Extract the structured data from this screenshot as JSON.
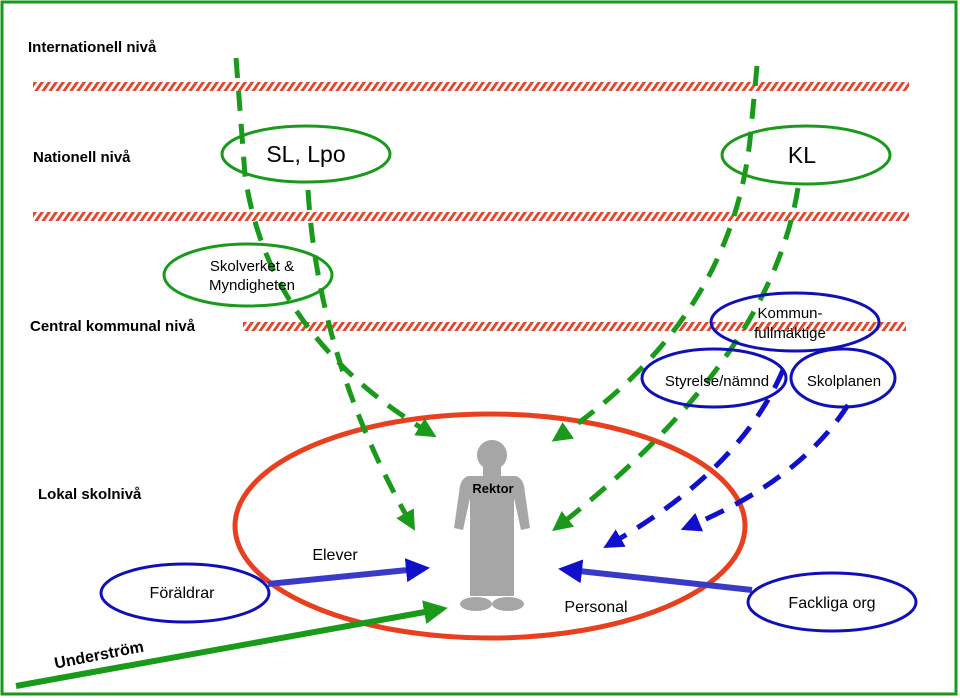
{
  "levels": {
    "international": "Internationell nivå",
    "national": "Nationell nivå",
    "central": "Central kommunal nivå",
    "local": "Lokal skolnivå"
  },
  "nodes": {
    "sl_lpo": "SL, Lpo",
    "kl": "KL",
    "skolverket_line1": "Skolverket &",
    "skolverket_line2": "Myndigheten",
    "kommun_line1": "Kommun-",
    "kommun_line2": "fullmäktige",
    "styrelse": "Styrelse/nämnd",
    "skolplanen": "Skolplanen",
    "rektor": "Rektor",
    "elever": "Elever",
    "foraldrar": "Föräldrar",
    "personal": "Personal",
    "fackliga": "Fackliga org",
    "underström": "Underström"
  },
  "colors": {
    "frame": "#1a9a1a",
    "hatch_red": "#e8442a",
    "ellipse_red": "#e8401e",
    "green_arrow": "#1a9a1a",
    "blue_arrow": "#1010cc",
    "solid_blue": "#3a3ac8",
    "node_border_green": "#1a9a1a",
    "node_border_blue": "#1010b8",
    "figure_gray": "#a6a6a6"
  }
}
